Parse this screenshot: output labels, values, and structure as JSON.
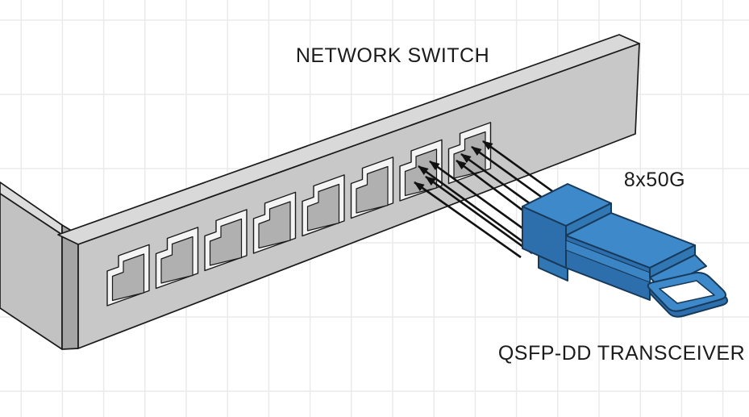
{
  "diagram": {
    "kind": "isometric-network-diagram",
    "labels": {
      "switch_title": "NETWORK SWITCH",
      "link_speed": "8x50G",
      "transceiver_title": "QSFP-DD TRANSCEIVER"
    },
    "network_switch": {
      "port_count": 8,
      "connected_port_numbers": [
        7,
        8
      ],
      "body_color": "#c8c8c8",
      "top_color": "#d9d9d9",
      "end_color": "#a5a5a5",
      "port_opening_color": "#b0b0b0",
      "port_outline_color": "#f4f4f4",
      "outline_color": "#1a1a1a"
    },
    "transceiver": {
      "model": "QSFP-DD",
      "top_color": "#3e89c9",
      "side_color": "#2d6fad",
      "accent_color": "#3177b4",
      "outline_color": "#17395a"
    },
    "connection": {
      "arrow_count": 8,
      "arrows_per_port": 4,
      "arrow_color": "#111111"
    },
    "background": {
      "color": "#ffffff",
      "grid_color": "#eaeaea"
    }
  }
}
